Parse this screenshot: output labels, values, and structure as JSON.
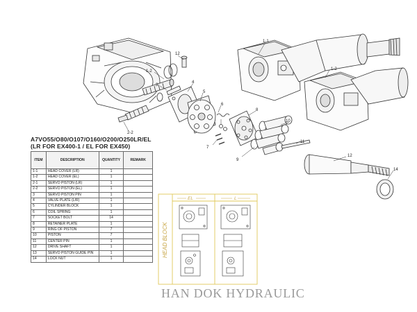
{
  "model_title": {
    "line1": "A7VO55/O80/O107/O160/O200/O250LR/EL",
    "line2": "(LR FOR EX400-1 / EL FOR EX450)"
  },
  "parts_table": {
    "headers": [
      "ITEM",
      "DESCRIPTION",
      "QUANTITY",
      "REMARK"
    ],
    "rows": [
      {
        "item": "1-1",
        "description": "HEAD COVER (LR)",
        "quantity": "1",
        "remark": ""
      },
      {
        "item": "1-2",
        "description": "HEAD COVER (EL)",
        "quantity": "1",
        "remark": ""
      },
      {
        "item": "2-1",
        "description": "SERVO PISTON (LR)",
        "quantity": "1",
        "remark": ""
      },
      {
        "item": "2-2",
        "description": "SERVO PISTON (EL)",
        "quantity": "1",
        "remark": ""
      },
      {
        "item": "3",
        "description": "SERVO PISTON PIN",
        "quantity": "1",
        "remark": ""
      },
      {
        "item": "4",
        "description": "VALVE PLATE (L/R)",
        "quantity": "1",
        "remark": ""
      },
      {
        "item": "5",
        "description": "CYLINDER BLOCK",
        "quantity": "1",
        "remark": ""
      },
      {
        "item": "6",
        "description": "COIL SPRING",
        "quantity": "1",
        "remark": ""
      },
      {
        "item": "7",
        "description": "SOCKET BOLT",
        "quantity": "14",
        "remark": ""
      },
      {
        "item": "8",
        "description": "RETAINER PLATE",
        "quantity": "1",
        "remark": ""
      },
      {
        "item": "9",
        "description": "RING OF PISTON",
        "quantity": "7",
        "remark": ""
      },
      {
        "item": "10",
        "description": "PISTON",
        "quantity": "7",
        "remark": ""
      },
      {
        "item": "11",
        "description": "CENTER PIN",
        "quantity": "1",
        "remark": ""
      },
      {
        "item": "12",
        "description": "DRIVE SHAFT",
        "quantity": "1",
        "remark": ""
      },
      {
        "item": "13",
        "description": "SERVO PISTON GUIDE PIN",
        "quantity": "1",
        "remark": ""
      },
      {
        "item": "14",
        "description": "LOCK NUT",
        "quantity": "1",
        "remark": ""
      }
    ]
  },
  "callouts": [
    "1-1",
    "1-2",
    "2-1",
    "2-2",
    "3",
    "4",
    "5",
    "6",
    "7",
    "8",
    "9",
    "10",
    "11",
    "12",
    "13",
    "14"
  ],
  "head_block": {
    "vertical_label": "HEAD BLOCK",
    "left_variant": "EL",
    "right_variant": "L"
  },
  "watermark": "HAN DOK HYDRAULIC",
  "colors": {
    "line": "#333333",
    "callout": "#222222",
    "yellow_frame": "#e0c95a",
    "watermark": "#9a9a9a",
    "table_header": "#f2f2f2"
  }
}
